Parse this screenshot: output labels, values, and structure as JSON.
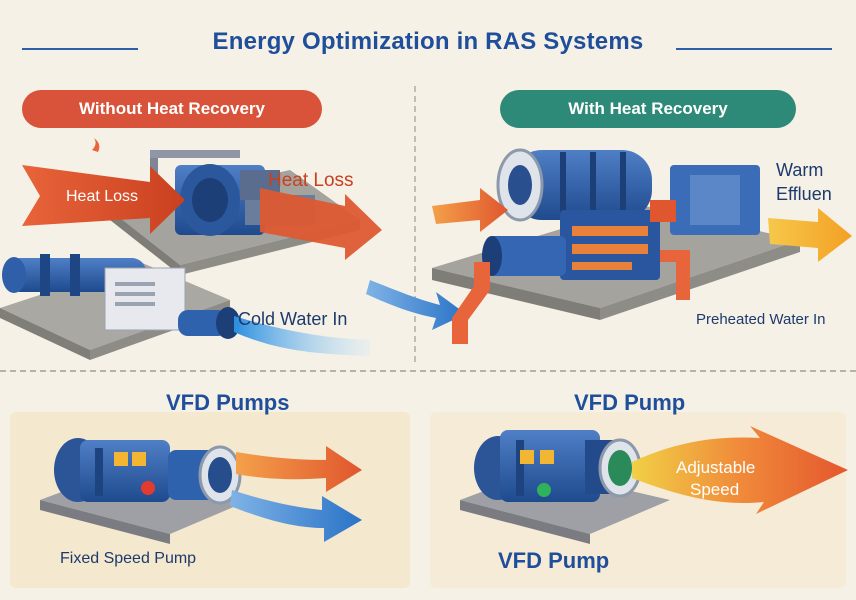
{
  "title": "Energy Optimization in RAS Systems",
  "sections": {
    "without": "Without Heat Recovery",
    "with": "With Heat Recovery"
  },
  "labels": {
    "heat_loss_left": "Heat Loss",
    "heat_loss_right": "Heat Loss",
    "cold_water_in": "Cold Water In",
    "warm_effluent_1": "Warm",
    "warm_effluent_2": "Effluen",
    "preheated_water": "Preheated Water In"
  },
  "bottom": {
    "left_title": "VFD Pumps",
    "right_title": "VFD Pump",
    "fixed_speed": "Fixed Speed Pump",
    "vfd_pump": "VFD Pump",
    "adjustable_1": "Adjustable",
    "adjustable_2": "Speed"
  },
  "colors": {
    "title_blue": "#1f4e9a",
    "red_pill": "#d9533a",
    "green_pill": "#2d8a78",
    "arrow_orange": "#e8643a",
    "arrow_blue": "#2a73c7"
  }
}
